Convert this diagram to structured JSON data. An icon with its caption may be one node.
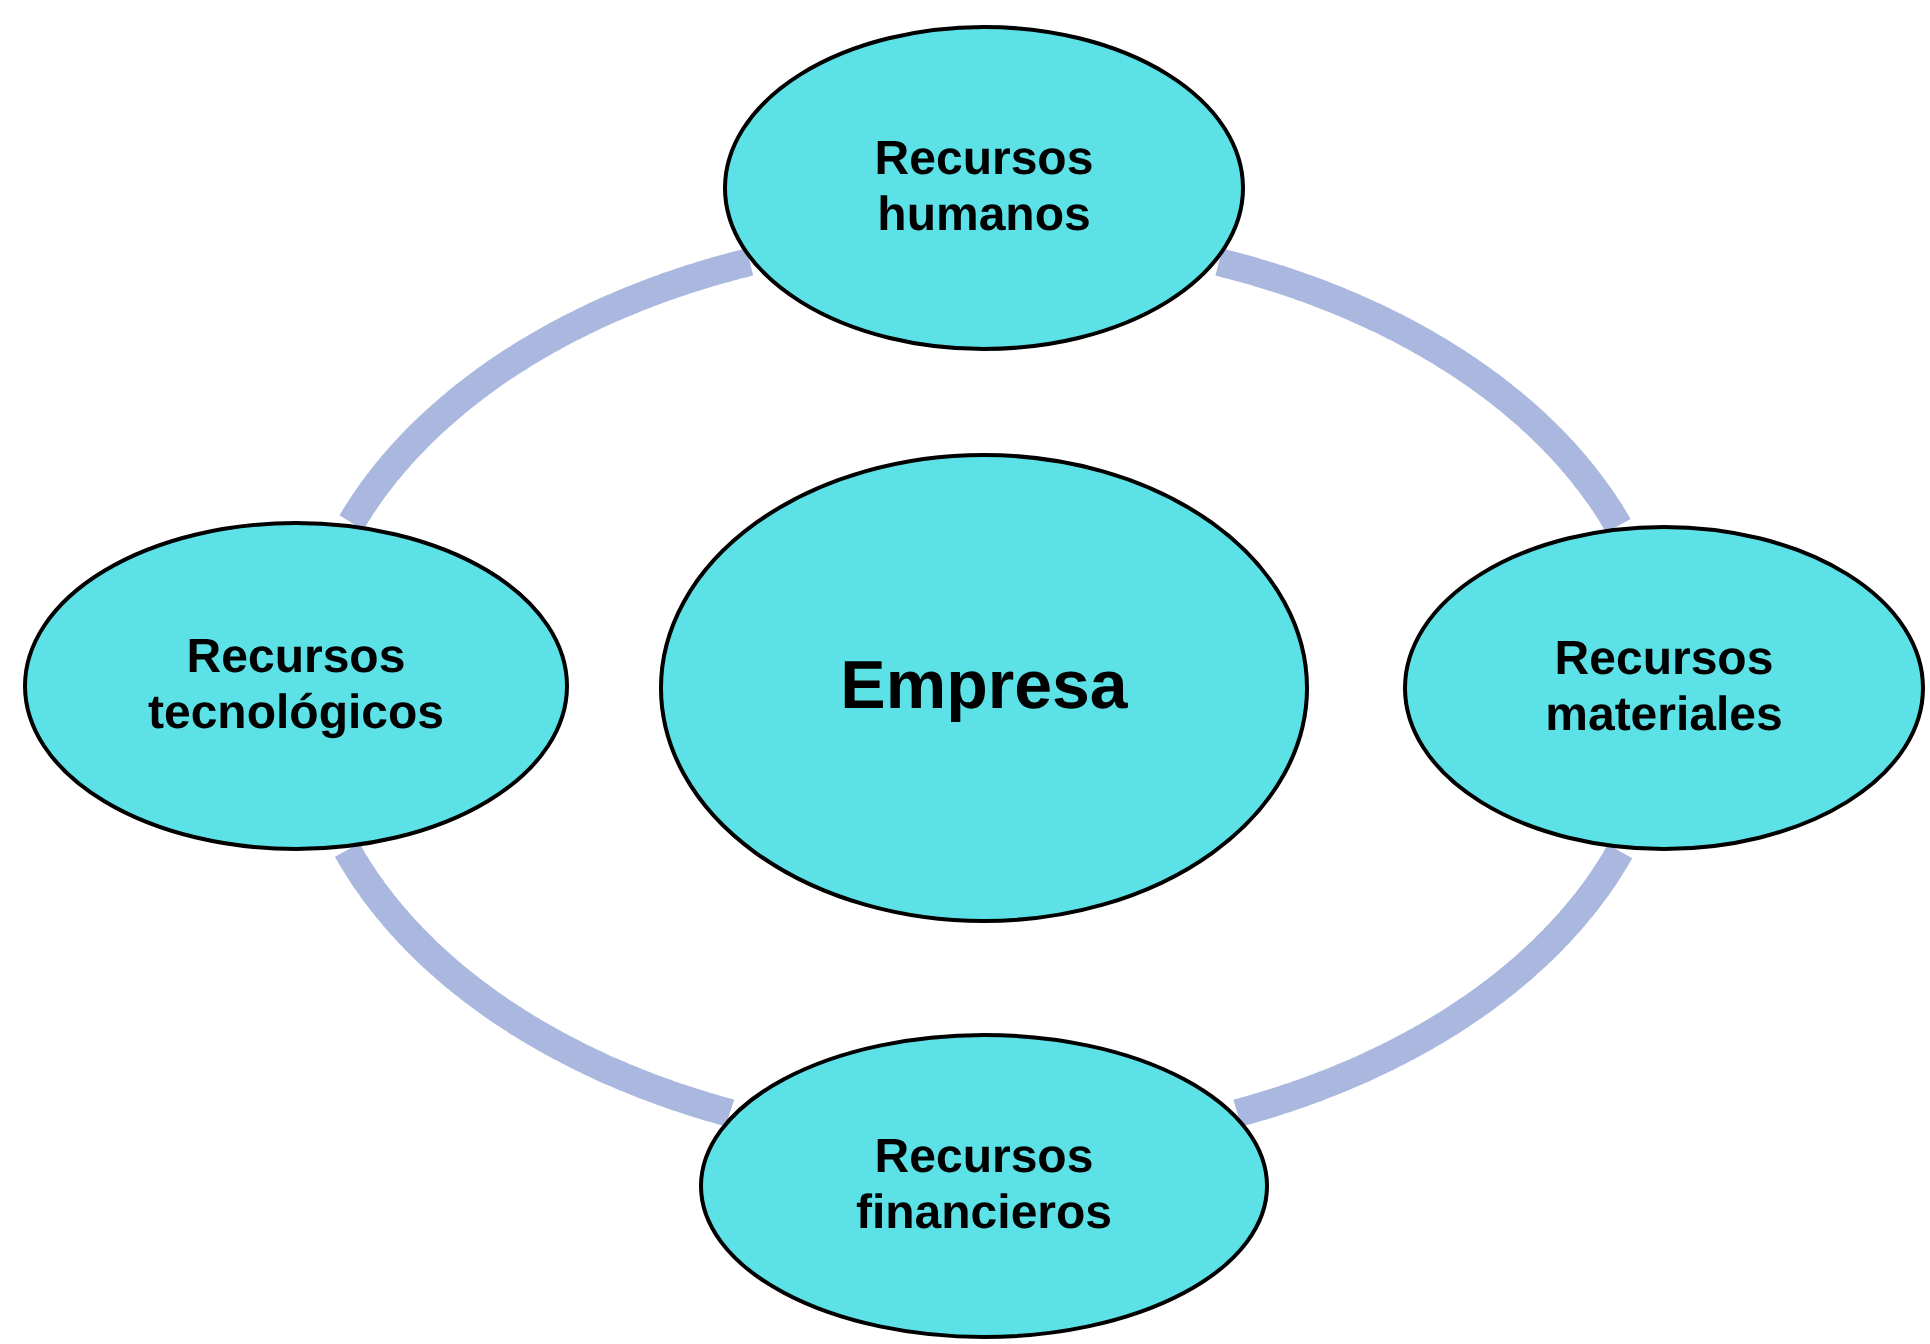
{
  "diagram": {
    "nodes": [
      {
        "text": [
          "Recursos humanos"
        ]
      },
      {
        "text": [
          "Recursos tecnológicos"
        ]
      },
      {
        "text": [
          "Empresa"
        ]
      },
      {
        "text": [
          "Recursos materiales"
        ]
      },
      {
        "text": [
          "Recursos financieros"
        ]
      }
    ],
    "edges": [
      {
        "from": 0,
        "to": 3,
        "arrow": "none"
      },
      {
        "from": 3,
        "to": 4,
        "arrow": "none"
      },
      {
        "from": 4,
        "to": 1,
        "arrow": "none"
      },
      {
        "from": 1,
        "to": 0,
        "arrow": "none"
      }
    ]
  }
}
